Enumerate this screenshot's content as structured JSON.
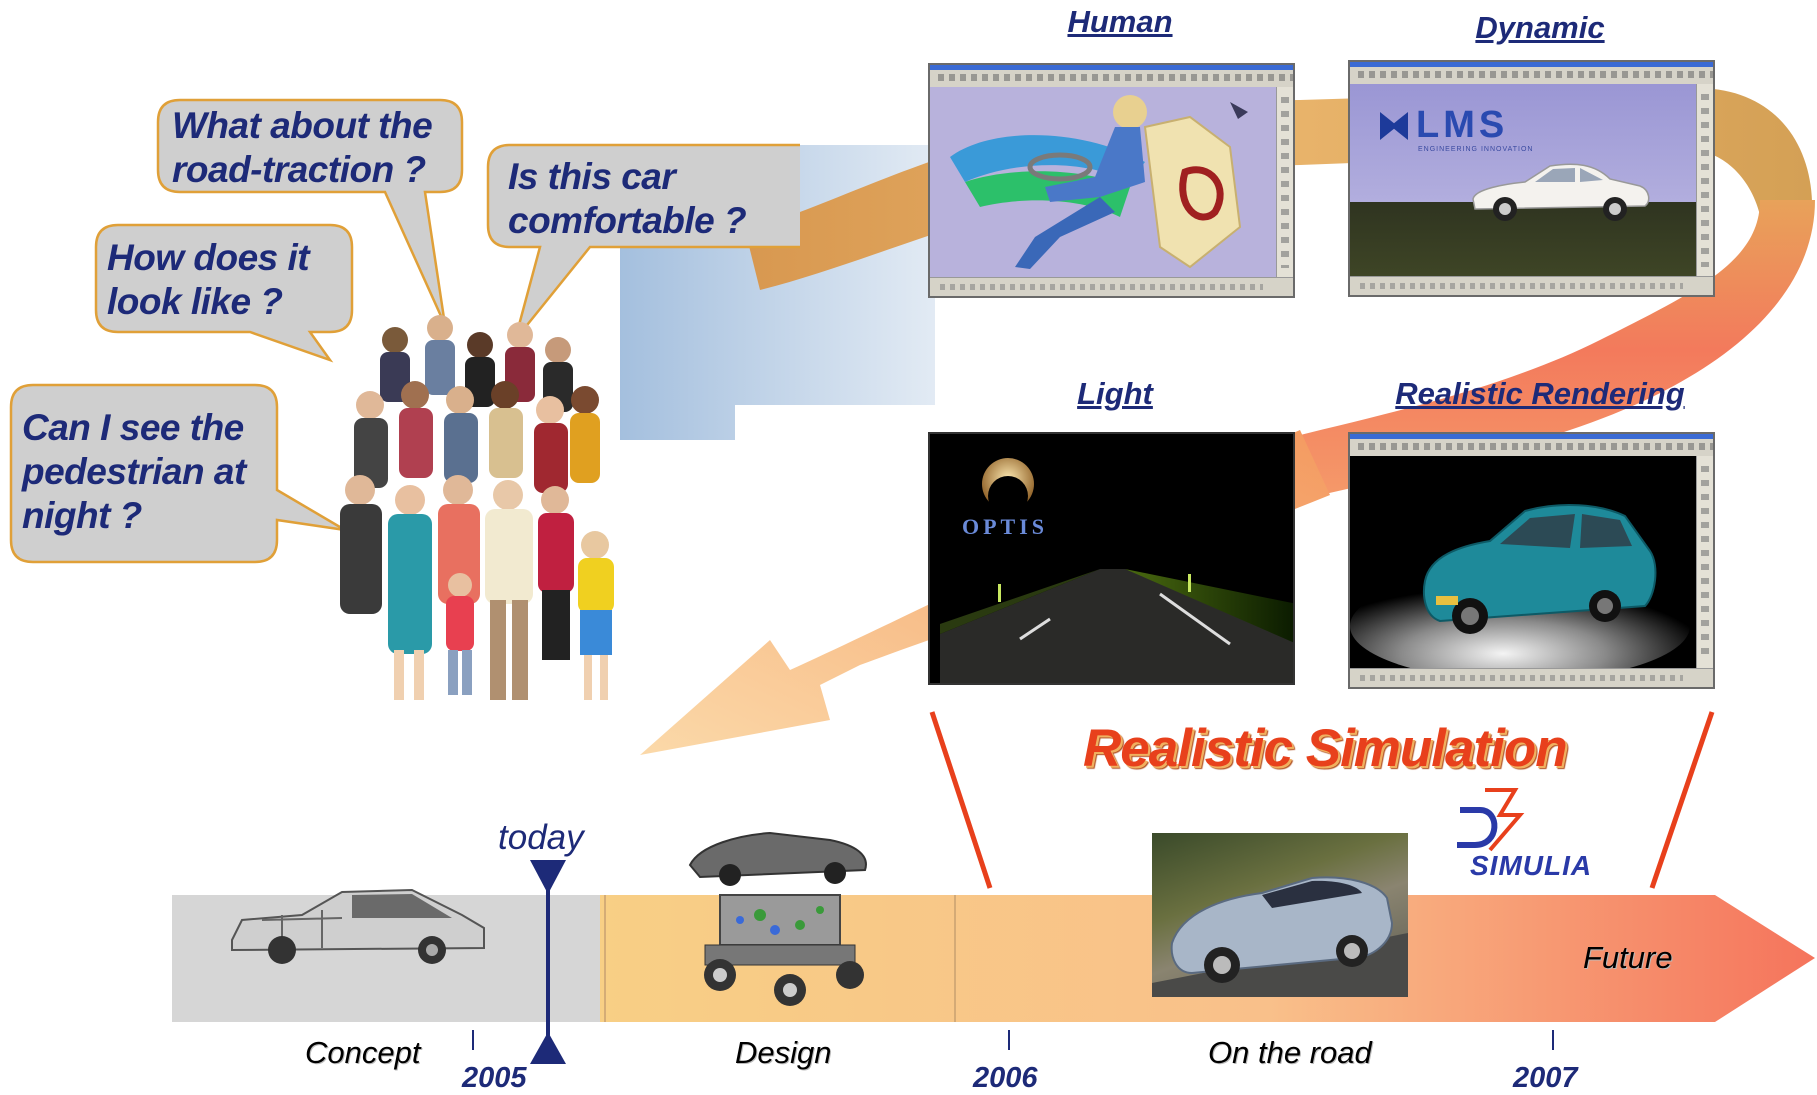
{
  "bubbles": {
    "traction": "What about the\nroad-traction ?",
    "comfort": "Is this car\ncomfortable ?",
    "look": "How does it\nlook like ?",
    "night": "Can I see the\npedestrian at\nnight ?"
  },
  "panels": {
    "human": "Human",
    "dynamic": "Dynamic",
    "light": "Light",
    "rendering": "Realistic Rendering"
  },
  "logos": {
    "lms": "LMS",
    "lms_sub": "ENGINEERING INNOVATION",
    "optis": "OPTIS",
    "simulia": "SIMULIA"
  },
  "headline": "Realistic Simulation",
  "timeline": {
    "today": "today",
    "stages": [
      "Concept",
      "Design",
      "On the road",
      "Future"
    ],
    "years": [
      "2005",
      "2006",
      "2007"
    ]
  },
  "colors": {
    "navy": "#1d2a78",
    "orange": "#f0b257",
    "headline_red": "#e8401c",
    "timeline_grey": "#d4d4d4"
  }
}
